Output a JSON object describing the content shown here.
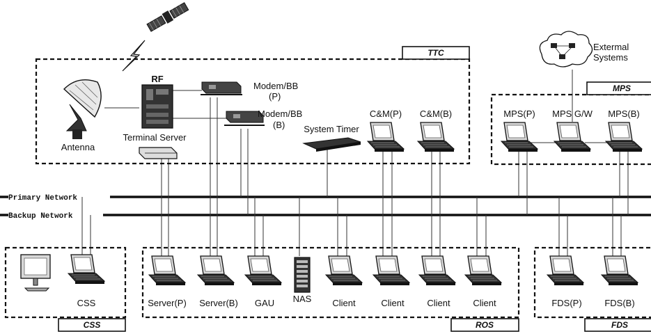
{
  "groups": {
    "ttc": "TTC",
    "mps": "MPS",
    "css": "CSS",
    "ros": "ROS",
    "fds": "FDS"
  },
  "networks": {
    "primary": "Primary Network",
    "backup": "Backup Network"
  },
  "external": {
    "line1": "Extermal",
    "line2": "Systems"
  },
  "nodes": {
    "rf": "RF",
    "antenna": "Antenna",
    "terminal_server": "Terminal Server",
    "modem_p_line1": "Modem/BB",
    "modem_p_line2": "(P)",
    "modem_b_line1": "Modem/BB",
    "modem_b_line2": "(B)",
    "system_timer": "System Timer",
    "cm_p": "C&M(P)",
    "cm_b": "C&M(B)",
    "mps_p": "MPS(P)",
    "mps_gw": "MPS G/W",
    "mps_b": "MPS(B)",
    "css": "CSS",
    "server_p": "Server(P)",
    "server_b": "Server(B)",
    "gau": "GAU",
    "nas": "NAS",
    "client_1": "Client",
    "client_2": "Client",
    "client_3": "Client",
    "client_4": "Client",
    "fds_p": "FDS(P)",
    "fds_b": "FDS(B)"
  }
}
